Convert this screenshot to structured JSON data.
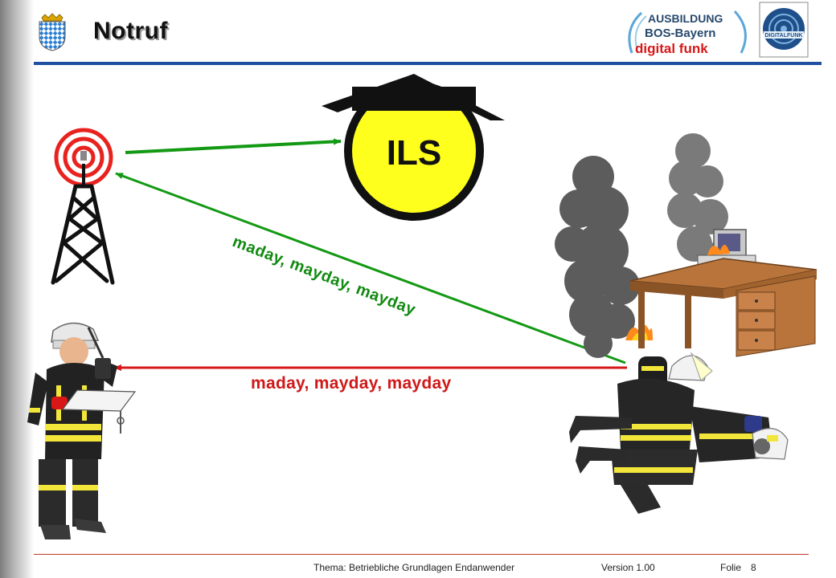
{
  "slide": {
    "title": "Notruf",
    "logos": {
      "bos_line1": "AUSBILDUNG",
      "bos_line2": "BOS-Bayern",
      "bos_line3": "digital funk",
      "df_label": "DIGITALFUNK"
    },
    "nodes": {
      "ils_label": "ILS"
    },
    "messages": {
      "green_label": "maday, mayday, mayday",
      "red_label": "maday, mayday, mayday"
    },
    "footer": {
      "topic": "Thema: Betriebliche Grundlagen Endanwender",
      "version": "Version 1.00",
      "slide_label": "Folie",
      "slide_number": "8"
    }
  },
  "colors": {
    "accent_blue": "#1f4fa0",
    "green_arrow": "#139913",
    "red_arrow": "#d81818",
    "ils_yellow": "#ffff1e",
    "footer_rule": "#c0392b"
  }
}
